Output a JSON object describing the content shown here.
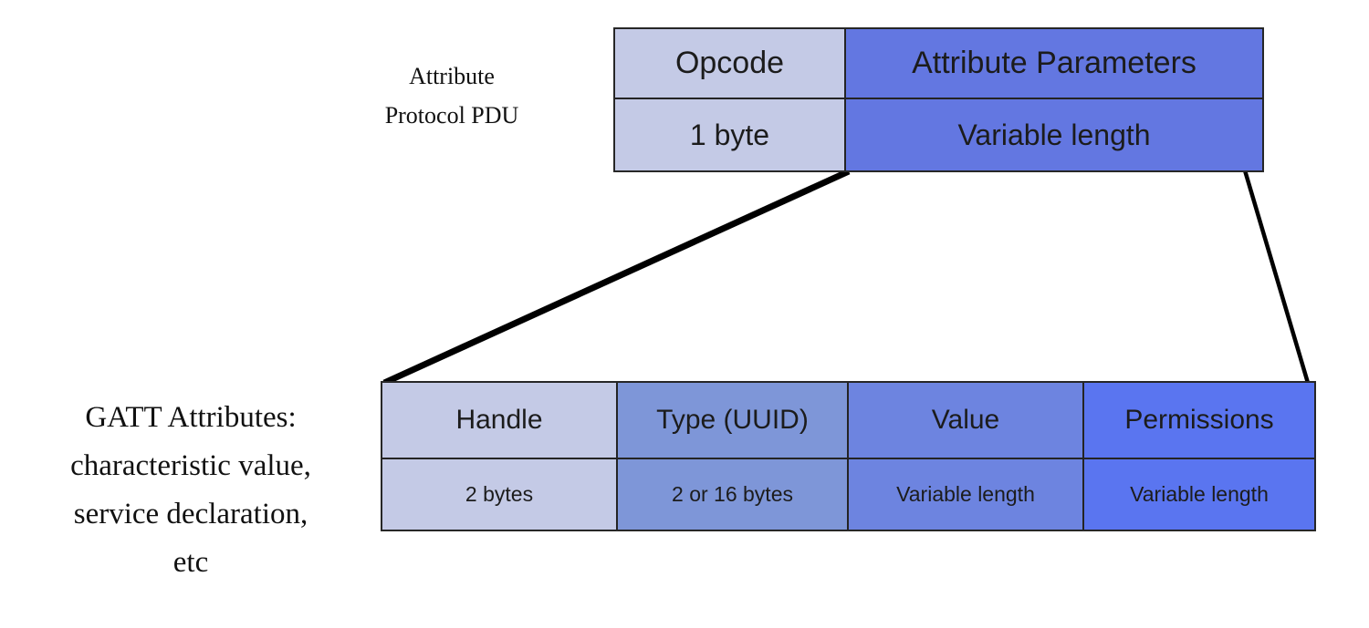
{
  "colors": {
    "cell_light": "#c4cae6",
    "cell_params_blue": "#6377e1",
    "cell_type_periwinkle": "#7e96d8",
    "cell_value_blue": "#6d84e0",
    "cell_permissions_blue": "#5a75f0",
    "connector": "#000000",
    "border": "#242424",
    "background": "#ffffff"
  },
  "pdu_label": {
    "line1": "Attribute",
    "line2": "Protocol PDU"
  },
  "pdu_table": {
    "columns": [
      {
        "name": "Opcode",
        "size": "1 byte",
        "color": "#c4cae6"
      },
      {
        "name": "Attribute Parameters",
        "size": "Variable length",
        "color": "#6377e1"
      }
    ]
  },
  "gatt_label": {
    "lines": [
      "GATT Attributes:",
      "characteristic value,",
      "service declaration,",
      "etc"
    ]
  },
  "attr_table": {
    "columns": [
      {
        "name": "Handle",
        "size": "2 bytes",
        "color": "#c4cae6"
      },
      {
        "name": "Type (UUID)",
        "size": "2 or 16 bytes",
        "color": "#7e96d8"
      },
      {
        "name": "Value",
        "size": "Variable length",
        "color": "#6d84e0"
      },
      {
        "name": "Permissions",
        "size": "Variable length",
        "color": "#5a75f0"
      }
    ]
  }
}
